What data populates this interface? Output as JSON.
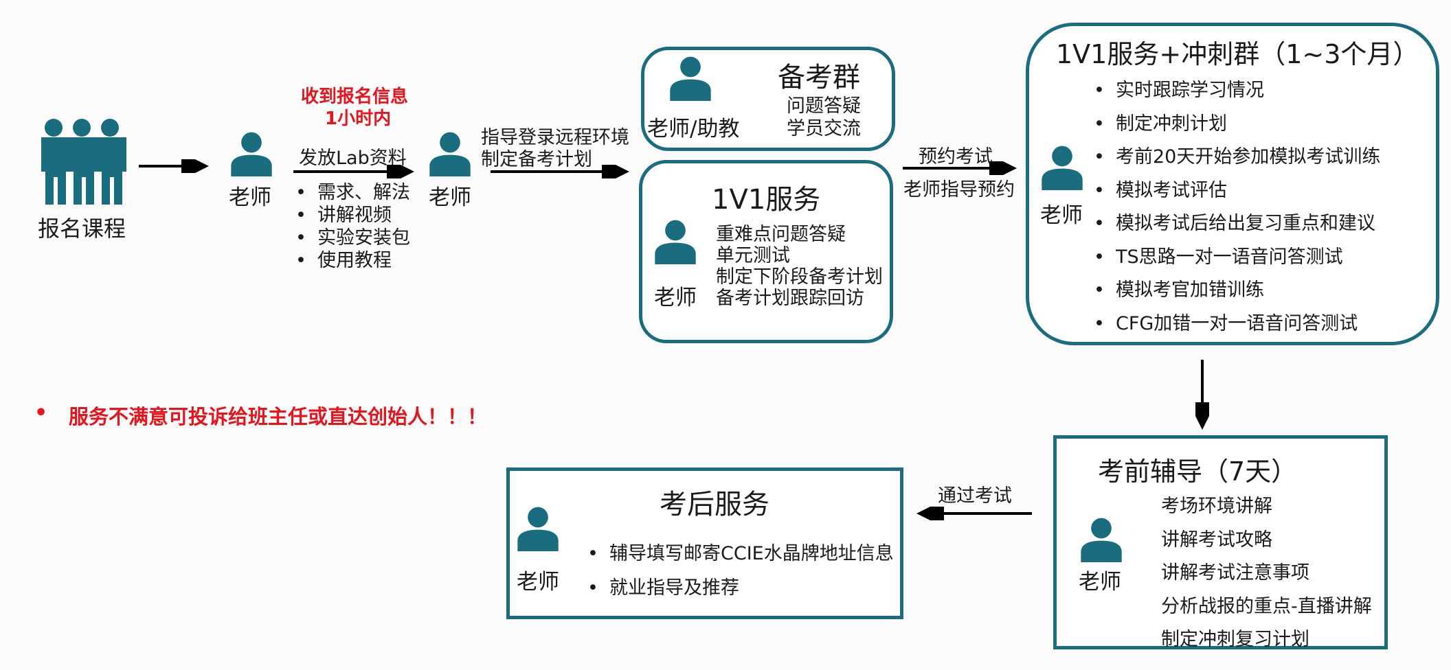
{
  "colors": {
    "teal": "#1a6d7e",
    "red": "#e8141c",
    "text": "#1a1a1a"
  },
  "icons": {
    "group": "people-group-icon",
    "person": "person-icon"
  },
  "signup": {
    "label": "报名课程"
  },
  "teacher_label": "老师",
  "step1": {
    "highlight_line1": "收到报名信息",
    "highlight_line2": "1小时内",
    "arrow_label": "发放Lab资料",
    "bullets": [
      "需求、解法",
      "讲解视频",
      "实验安装包",
      "使用教程"
    ]
  },
  "step2": {
    "line1": "指导登录远程环境",
    "line2": "制定备考计划"
  },
  "group_box": {
    "title": "备考群",
    "person_label": "老师/助教",
    "items": [
      "问题答疑",
      "学员交流"
    ]
  },
  "one_on_one_box": {
    "title": "1V1服务",
    "items": [
      "重难点问题答疑",
      "单元测试",
      "制定下阶段备考计划",
      "备考计划跟踪回访"
    ]
  },
  "exam_booking": {
    "line1": "预约考试",
    "line2": "老师指导预约"
  },
  "sprint_box": {
    "title": "1V1服务+冲刺群（1~3个月）",
    "items": [
      "实时跟踪学习情况",
      "制定冲刺计划",
      "考前20天开始参加模拟考试训练",
      "模拟考试评估",
      "模拟考试后给出复习重点和建议",
      "TS思路一对一语音问答测试",
      "模拟考官加错训练",
      "CFG加错一对一语音问答测试"
    ]
  },
  "pre_exam_box": {
    "title": "考前辅导（7天）",
    "items": [
      "考场环境讲解",
      "讲解考试攻略",
      "讲解考试注意事项",
      "分析战报的重点-直播讲解",
      "制定冲刺复习计划"
    ]
  },
  "pass_exam_label": "通过考试",
  "post_exam_box": {
    "title": "考后服务",
    "items": [
      "辅导填写邮寄CCIE水晶牌地址信息",
      "就业指导及推荐"
    ]
  },
  "complaint": "服务不满意可投诉给班主任或直达创始人！！！"
}
